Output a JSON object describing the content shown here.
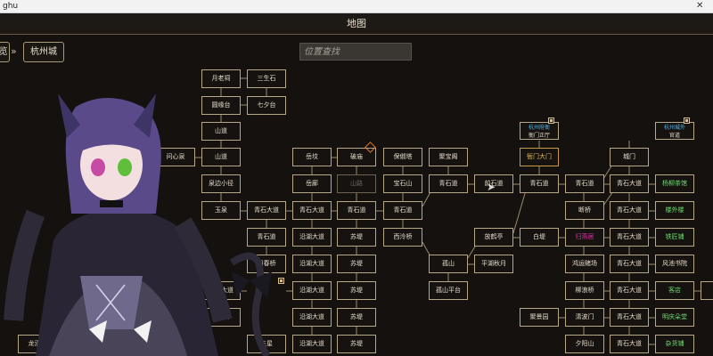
{
  "window": {
    "title": "ghu",
    "close_glyph": "✕"
  },
  "header": {
    "title": "地图"
  },
  "breadcrumb": {
    "prev": "览",
    "separator": "»",
    "current": "杭州城"
  },
  "search": {
    "placeholder": "位置查找"
  },
  "nodes": [
    {
      "label": "月老祠"
    },
    {
      "label": "三生石"
    },
    {
      "label": "圆缘台"
    },
    {
      "label": "七夕台"
    },
    {
      "label": "山道"
    },
    {
      "label": "问心泉"
    },
    {
      "label": "山道"
    },
    {
      "label": "岳坟"
    },
    {
      "label": "破庙"
    },
    {
      "label": "保俶塔"
    },
    {
      "label": "聚宝阁"
    },
    {
      "label": "泉边小径"
    },
    {
      "label": "岳廊"
    },
    {
      "label": "山路",
      "style": "dim"
    },
    {
      "label": "宝石山"
    },
    {
      "label": "青石道"
    },
    {
      "label": "前石道"
    },
    {
      "label": "青石道"
    },
    {
      "label": "青石道"
    },
    {
      "label": "青石大道"
    },
    {
      "label": "杨柳茶馆",
      "style": "green"
    },
    {
      "label": "玉泉"
    },
    {
      "label": "青石大道"
    },
    {
      "label": "青石大道"
    },
    {
      "label": "青石道"
    },
    {
      "label": "青石道"
    },
    {
      "label": "断桥"
    },
    {
      "label": "青石大道"
    },
    {
      "label": "楼外楼",
      "style": "green"
    },
    {
      "label": "青石道"
    },
    {
      "label": "沿湖大道"
    },
    {
      "label": "苏堤"
    },
    {
      "label": "西泠桥"
    },
    {
      "label": "放鹤亭"
    },
    {
      "label": "白堤"
    },
    {
      "label": "归燕居",
      "style": "magenta"
    },
    {
      "label": "青石大道"
    },
    {
      "label": "铁匠铺",
      "style": "green"
    },
    {
      "label": "涡春桥"
    },
    {
      "label": "沿湖大道"
    },
    {
      "label": "苏堤"
    },
    {
      "label": "孤山"
    },
    {
      "label": "平湖秋月"
    },
    {
      "label": "鸿运赌场"
    },
    {
      "label": "青石大道"
    },
    {
      "label": "风池书院"
    },
    {
      "label": "青石大道"
    },
    {
      "label": "沿湖大道"
    },
    {
      "label": "苏堤"
    },
    {
      "label": "孤山平台"
    },
    {
      "label": "柳浪桥"
    },
    {
      "label": "青石大道"
    },
    {
      "label": "客店",
      "style": "green"
    },
    {
      "label": "黄泥岭"
    },
    {
      "label": "沿湖大道"
    },
    {
      "label": "苏堤"
    },
    {
      "label": "聚景园"
    },
    {
      "label": "清波门"
    },
    {
      "label": "青石大道"
    },
    {
      "label": "明庆朵堂",
      "style": "green"
    },
    {
      "label": "龙泓涧"
    },
    {
      "label": "五星"
    },
    {
      "label": "沿湖大道"
    },
    {
      "label": "苏堤"
    },
    {
      "label": "夕阳山"
    },
    {
      "label": "青石大道"
    },
    {
      "label": "杂货铺",
      "style": "green"
    }
  ],
  "two_line_nodes": [
    {
      "line1": "杭州府衙",
      "line2": "衙门正厅"
    },
    {
      "line1": "杭州城外",
      "line2": "官道"
    }
  ],
  "gold_nodes": [
    {
      "label": "衙门大门"
    }
  ],
  "extra_nodes": [
    {
      "label": "城门"
    }
  ]
}
